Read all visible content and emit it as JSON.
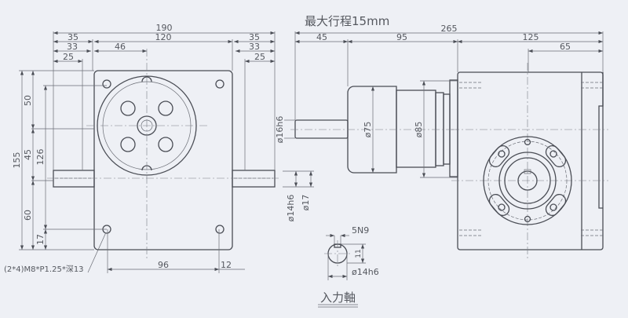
{
  "title_note": "最大行程15mm",
  "front_view": {
    "dims_horizontal": {
      "overall": "190",
      "left_35": "35",
      "body": "120",
      "left_33": "33",
      "center": "46",
      "left_25": "25",
      "right_35": "35",
      "right_33": "33",
      "right_25": "25",
      "bottom_96": "96",
      "bottom_12": "12"
    },
    "dims_vertical": {
      "overall": "155",
      "top_50": "50",
      "mid_45": "45",
      "span_126": "126",
      "low_60": "60",
      "bottom_17": "17"
    },
    "thread_note": "(2*4)M8*P1.25*深13"
  },
  "side_view": {
    "dims_horizontal": {
      "overall": "265",
      "shaft": "45",
      "motor": "95",
      "body": "125",
      "offset": "65"
    },
    "diameters": {
      "input_shaft": "ø16h6",
      "motor": "ø75",
      "flange": "ø85",
      "output_shaft": "ø14h6",
      "boss": "ø17"
    }
  },
  "input_shaft_section": {
    "keyway": "5N9",
    "depth": "11",
    "diameter": "ø14h6",
    "title": "入力軸"
  },
  "colors": {
    "background": "#eef0f5",
    "line": "#4a4d55"
  }
}
